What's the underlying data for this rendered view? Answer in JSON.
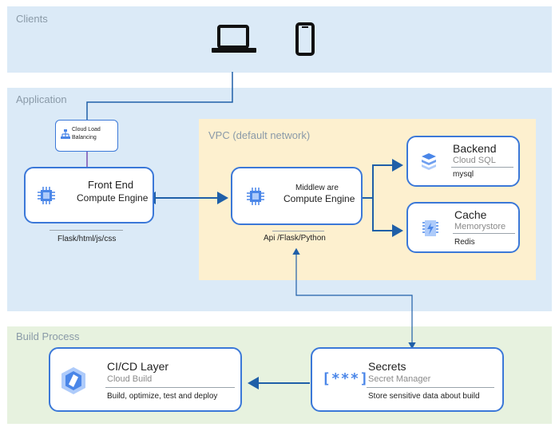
{
  "zones": {
    "clients": "Clients",
    "application": "Application",
    "vpc": "VPC (default network)",
    "build": "Build Process"
  },
  "clients_icons": [
    "laptop-icon",
    "phone-icon"
  ],
  "load_balancer": {
    "line1": "Cloud Load",
    "line2": "Balancing",
    "icon": "load-balancer-icon"
  },
  "frontend": {
    "title": "Front End",
    "subtitle": "Compute Engine",
    "caption": "Flask/html/js/css",
    "icon": "compute-engine-icon"
  },
  "middleware": {
    "title": "Middlew are",
    "subtitle": "Compute Engine",
    "caption": "Api /Flask/Python",
    "icon": "compute-engine-icon"
  },
  "backend": {
    "title": "Backend",
    "subtitle": "Cloud SQL",
    "detail": "mysql",
    "icon": "cloud-sql-icon"
  },
  "cache": {
    "title": "Cache",
    "subtitle": "Memorystore",
    "detail": "Redis",
    "icon": "memorystore-icon"
  },
  "cicd": {
    "title": "CI/CD Layer",
    "subtitle": "Cloud Build",
    "detail": "Build, optimize, test and deploy",
    "icon": "cloud-build-icon"
  },
  "secrets": {
    "title": "Secrets",
    "subtitle": "Secret Manager",
    "detail": "Store sensitive data about build",
    "icon_text": "[***]",
    "icon": "secret-manager-icon"
  },
  "colors": {
    "clients_bg": "#dbeaf7",
    "application_bg": "#dbeaf7",
    "vpc_bg": "#fdf0cf",
    "build_bg": "#e7f2df",
    "card_border": "#3b78d8",
    "arrow": "#1f5fa8",
    "icon_blue": "#4a86e8"
  }
}
